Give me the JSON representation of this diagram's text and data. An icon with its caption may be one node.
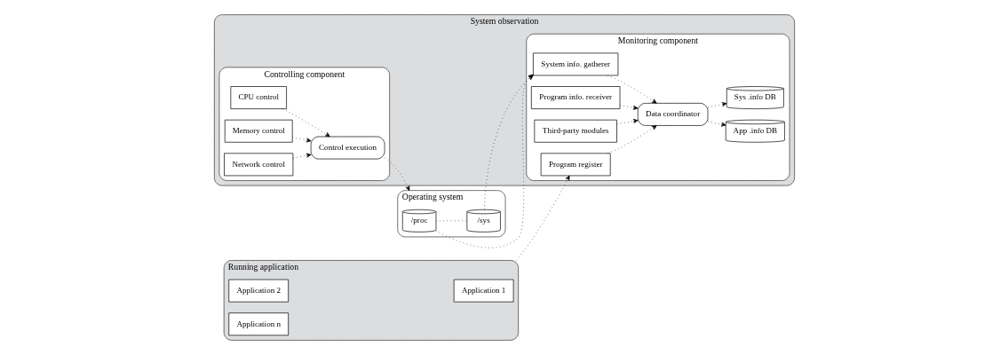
{
  "diagram": {
    "nodes": [
      {
        "text": [
          "Running application"
        ]
      },
      {
        "text": [
          "Application 1"
        ],
        "in": 0
      },
      {
        "text": [
          "Application 2"
        ],
        "in": 0
      },
      {
        "text": [
          "Application n"
        ],
        "in": 0
      },
      {
        "text": [
          "System observation"
        ]
      },
      {
        "text": [
          "Monitoring component"
        ],
        "in": 4
      },
      {
        "text": [
          "Program register"
        ],
        "in": 5
      },
      {
        "text": [
          "Program info. receiver"
        ],
        "in": 5
      },
      {
        "text": [
          "Data coordinator"
        ],
        "in": 5
      },
      {
        "text": [
          "Third-party modules"
        ],
        "in": 5
      },
      {
        "text": [
          "System info. gatherer"
        ],
        "in": 5
      },
      {
        "text": [
          "App .info DB"
        ],
        "in": 5
      },
      {
        "text": [
          "Sys .info DB"
        ],
        "in": 5
      },
      {
        "text": [
          "Controlling component"
        ],
        "in": 4
      },
      {
        "text": [
          "CPU control"
        ],
        "in": 13
      },
      {
        "text": [
          "Memory control"
        ],
        "in": 13
      },
      {
        "text": [
          "Network control"
        ],
        "in": 13
      },
      {
        "text": [
          "Control execution"
        ],
        "in": 13
      },
      {
        "text": [
          "Operating system"
        ]
      },
      {
        "text": [
          "/proc"
        ],
        "in": 18
      },
      {
        "text": [
          "/sys"
        ],
        "in": 18
      }
    ],
    "edges": [
      {
        "from": 0,
        "to": 6,
        "arrow": "to"
      },
      {
        "from": 6,
        "to": 8,
        "arrow": "to"
      },
      {
        "from": 7,
        "to": 8,
        "arrow": "to"
      },
      {
        "from": 9,
        "to": 8,
        "arrow": "to"
      },
      {
        "from": 10,
        "to": 8,
        "arrow": "to"
      },
      {
        "from": 8,
        "to": 11,
        "arrow": "to"
      },
      {
        "from": 8,
        "to": 12,
        "arrow": "to"
      },
      {
        "from": 19,
        "to": 10,
        "arrow": "to"
      },
      {
        "from": 20,
        "to": 10,
        "arrow": "to"
      },
      {
        "from": 19,
        "to": 20,
        "arrow": "none"
      },
      {
        "from": 14,
        "to": 17,
        "arrow": "to"
      },
      {
        "from": 15,
        "to": 17,
        "arrow": "to"
      },
      {
        "from": 16,
        "to": 17,
        "arrow": "to"
      },
      {
        "from": 17,
        "to": 18,
        "arrow": "to"
      }
    ]
  }
}
